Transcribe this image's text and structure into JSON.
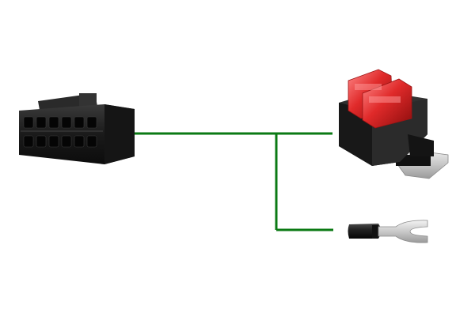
{
  "diagram": {
    "background": "#ffffff",
    "wire_color": "#0b7a14",
    "components": [
      {
        "id": "connector",
        "icon": "multi-pin-connector-icon",
        "label": "",
        "color": "#1c1c1c"
      },
      {
        "id": "fuse_holder",
        "icon": "blade-fuse-holder-icon",
        "label": "",
        "color": "#d42a2a"
      },
      {
        "id": "ring_terminal",
        "icon": "fork-terminal-icon",
        "label": "",
        "color": "#1f1f1f"
      }
    ]
  }
}
